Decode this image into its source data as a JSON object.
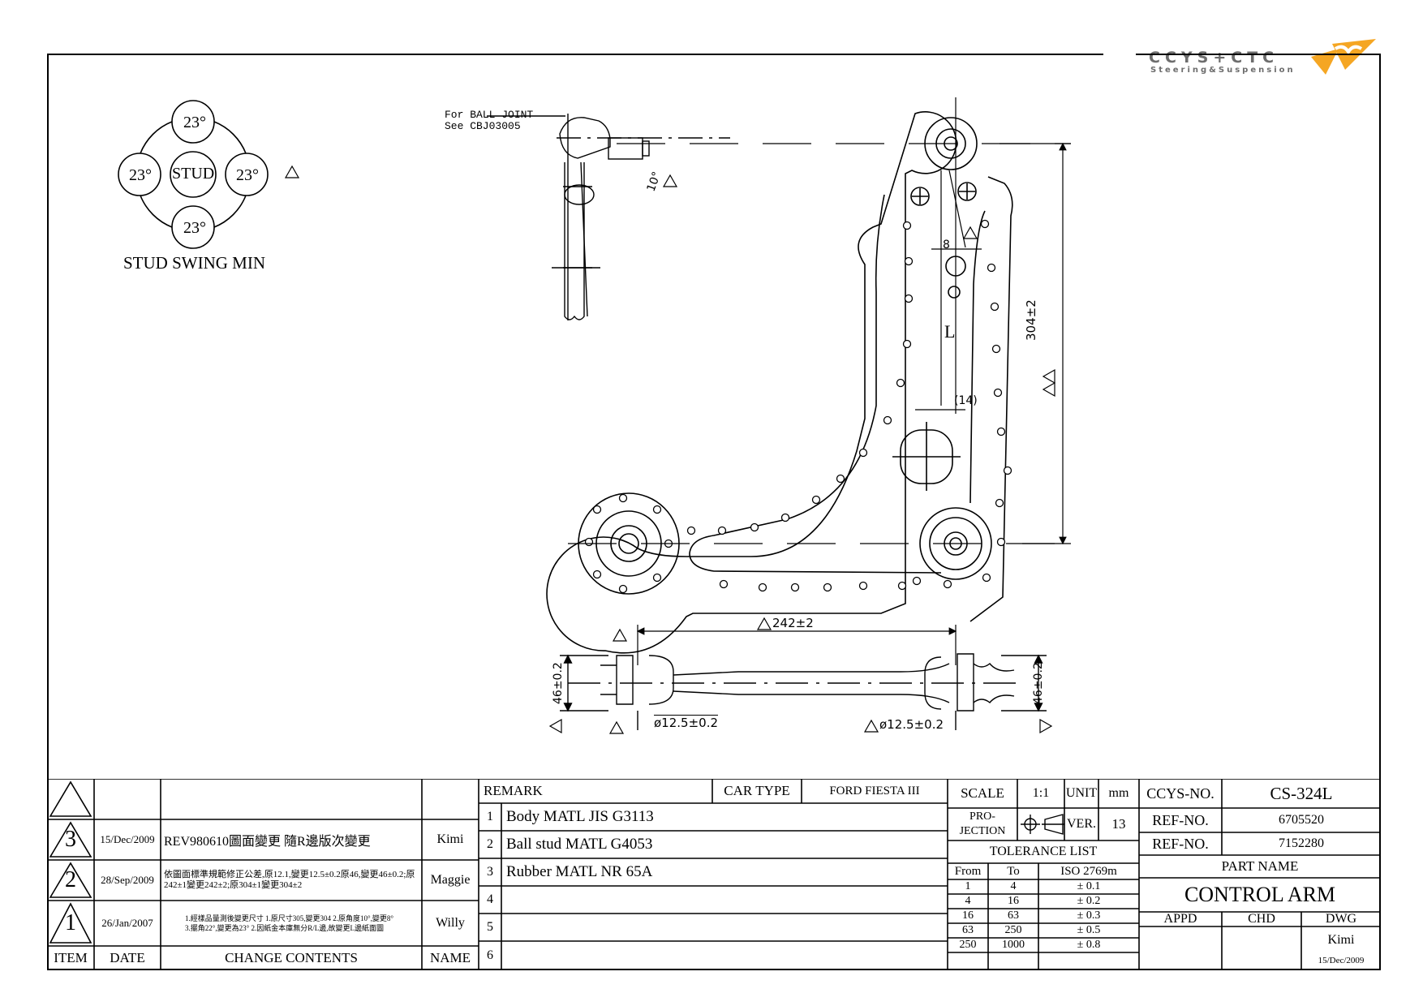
{
  "logo": {
    "brand": "CCYS+CTC",
    "tagline": "Steering&Suspension"
  },
  "stud_swing": {
    "center": "STUD",
    "values": [
      "23°",
      "23°",
      "23°",
      "23°"
    ],
    "caption": "STUD SWING MIN"
  },
  "ball_joint_note": {
    "line1": "For BALL JOINT",
    "line2": "See CBJ03005"
  },
  "dimensions": {
    "angle": "10°",
    "offset": "8",
    "length_label": "L",
    "gap": "(14)",
    "height": "304±2",
    "width": "242±2",
    "thickness_left": "46±0.2",
    "thickness_right": "46±0.2",
    "bore_left": "ø12.5±0.2",
    "bore_right": "ø12.5±0.2"
  },
  "revisions": {
    "headers": {
      "item": "ITEM",
      "date": "DATE",
      "contents": "CHANGE CONTENTS",
      "name": "NAME"
    },
    "rows": [
      {
        "item": "3",
        "date": "15/Dec/2009",
        "contents": "REV980610圖面變更 隨R邊版次變更",
        "name": "Kimi"
      },
      {
        "item": "2",
        "date": "28/Sep/2009",
        "contents": "依圖面標準規範修正公差,原12.1,變更12.5±0.2原46,變更46±0.2;原242±1變更242±2;原304±1變更304±2",
        "name": "Maggie"
      },
      {
        "item": "1",
        "date": "26/Jan/2007",
        "contents": "1.經樣品量測後變更尺寸 1.原尺寸305,變更304 2.原角度10°,變更8° 3.擺角22°,變更為23° 2.因紙金本庫無分R/L邊,故變更L邊紙面圖",
        "name": "Willy"
      }
    ]
  },
  "remark": {
    "label": "REMARK",
    "items": [
      {
        "no": "1",
        "text": "Body MATL JIS G3113"
      },
      {
        "no": "2",
        "text": "Ball stud MATL G4053"
      },
      {
        "no": "3",
        "text": "Rubber MATL NR 65A"
      },
      {
        "no": "4",
        "text": ""
      },
      {
        "no": "5",
        "text": ""
      },
      {
        "no": "6",
        "text": ""
      }
    ]
  },
  "car_type": {
    "label": "CAR TYPE",
    "value": "FORD FIESTA III"
  },
  "scale": {
    "label": "SCALE",
    "value": "1:1"
  },
  "unit": {
    "label": "UNIT",
    "value": "mm"
  },
  "projection": {
    "label1": "PRO-",
    "label2": "JECTION"
  },
  "version": {
    "label": "VER.",
    "value": "13"
  },
  "tolerance": {
    "title": "TOLERANCE LIST",
    "headers": [
      "From",
      "To",
      "ISO 2769m"
    ],
    "rows": [
      [
        "1",
        "4",
        "± 0.1"
      ],
      [
        "4",
        "16",
        "± 0.2"
      ],
      [
        "16",
        "63",
        "± 0.3"
      ],
      [
        "63",
        "250",
        "± 0.5"
      ],
      [
        "250",
        "1000",
        "± 0.8"
      ]
    ]
  },
  "ccys_no": {
    "label": "CCYS-NO.",
    "value": "CS-324L"
  },
  "ref_no": [
    {
      "label": "REF-NO.",
      "value": "6705520"
    },
    {
      "label": "REF-NO.",
      "value": "7152280"
    }
  ],
  "part_name": {
    "label": "PART NAME",
    "value": "CONTROL ARM"
  },
  "approvals": {
    "appd": "APPD",
    "chd": "CHD",
    "dwg": "DWG",
    "dwg_name": "Kimi",
    "dwg_date": "15/Dec/2009"
  }
}
